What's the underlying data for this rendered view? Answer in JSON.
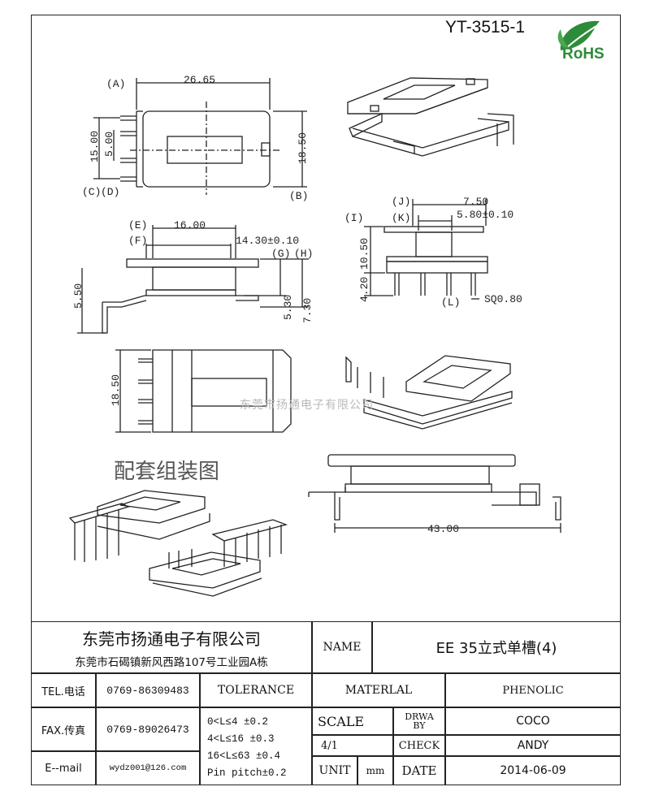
{
  "header": {
    "part_number": "YT-3515-1",
    "rohs_text": "RoHS"
  },
  "views": {
    "assembly_title": "配套组装图",
    "watermark": "东莞市扬通电子有限公司",
    "dimensions": {
      "top": {
        "A": "(A)",
        "width": "26.65",
        "B": "(B)",
        "height": "18.50",
        "C": "(C)",
        "D": "(D)",
        "pitch_outer": "15.00",
        "pitch_inner": "5.00"
      },
      "side": {
        "E": "(E)",
        "F": "(F)",
        "w1": "16.00",
        "w2": "14.30±0.10",
        "G": "(G)",
        "H": "(H)",
        "h1": "5.50",
        "h2": "5.30",
        "h3": "7.30"
      },
      "end": {
        "J": "(J)",
        "K": "(K)",
        "I": "(I)",
        "L": "(L)",
        "w1": "7.50",
        "w2": "5.80±0.10",
        "h1": "10.50",
        "h2": "4.20",
        "pin": "SQ0.80"
      },
      "bottom": {
        "h": "18.50"
      },
      "assembly": {
        "length": "43.00"
      }
    }
  },
  "title_block": {
    "company_name": "东莞市扬通电子有限公司",
    "company_address": "东莞市石碣镇新风西路107号工业园A栋",
    "name_label": "NAME",
    "name_value": "EE 35立式单槽(4)",
    "tel_label": "TEL.电话",
    "tel_value": "0769-86309483",
    "fax_label": "FAX.传真",
    "fax_value": "0769-89026473",
    "email_label": "E--mail",
    "email_value": "wydz001@126.com",
    "tolerance_label": "TOLERANCE",
    "tolerance_rows": [
      "0<L≤4   ±0.2",
      "4<L≤16  ±0.3",
      "16<L≤63 ±0.4",
      "Pin pitch±0.2"
    ],
    "material_label": "MATERLAL",
    "material_value": "PHENOLIC",
    "scale_label": "SCALE",
    "scale_value": "4/1",
    "drawn_by_label": "DRWA\nBY",
    "drawn_by_value": "COCO",
    "check_label": "CHECK",
    "check_value": "ANDY",
    "unit_label": "UNIT",
    "unit_value": "mm",
    "date_label": "DATE",
    "date_value": "2014-06-09"
  },
  "colors": {
    "line": "#222222",
    "rohs_green": "#2e8b3a",
    "watermark": "#b9b9b9"
  }
}
